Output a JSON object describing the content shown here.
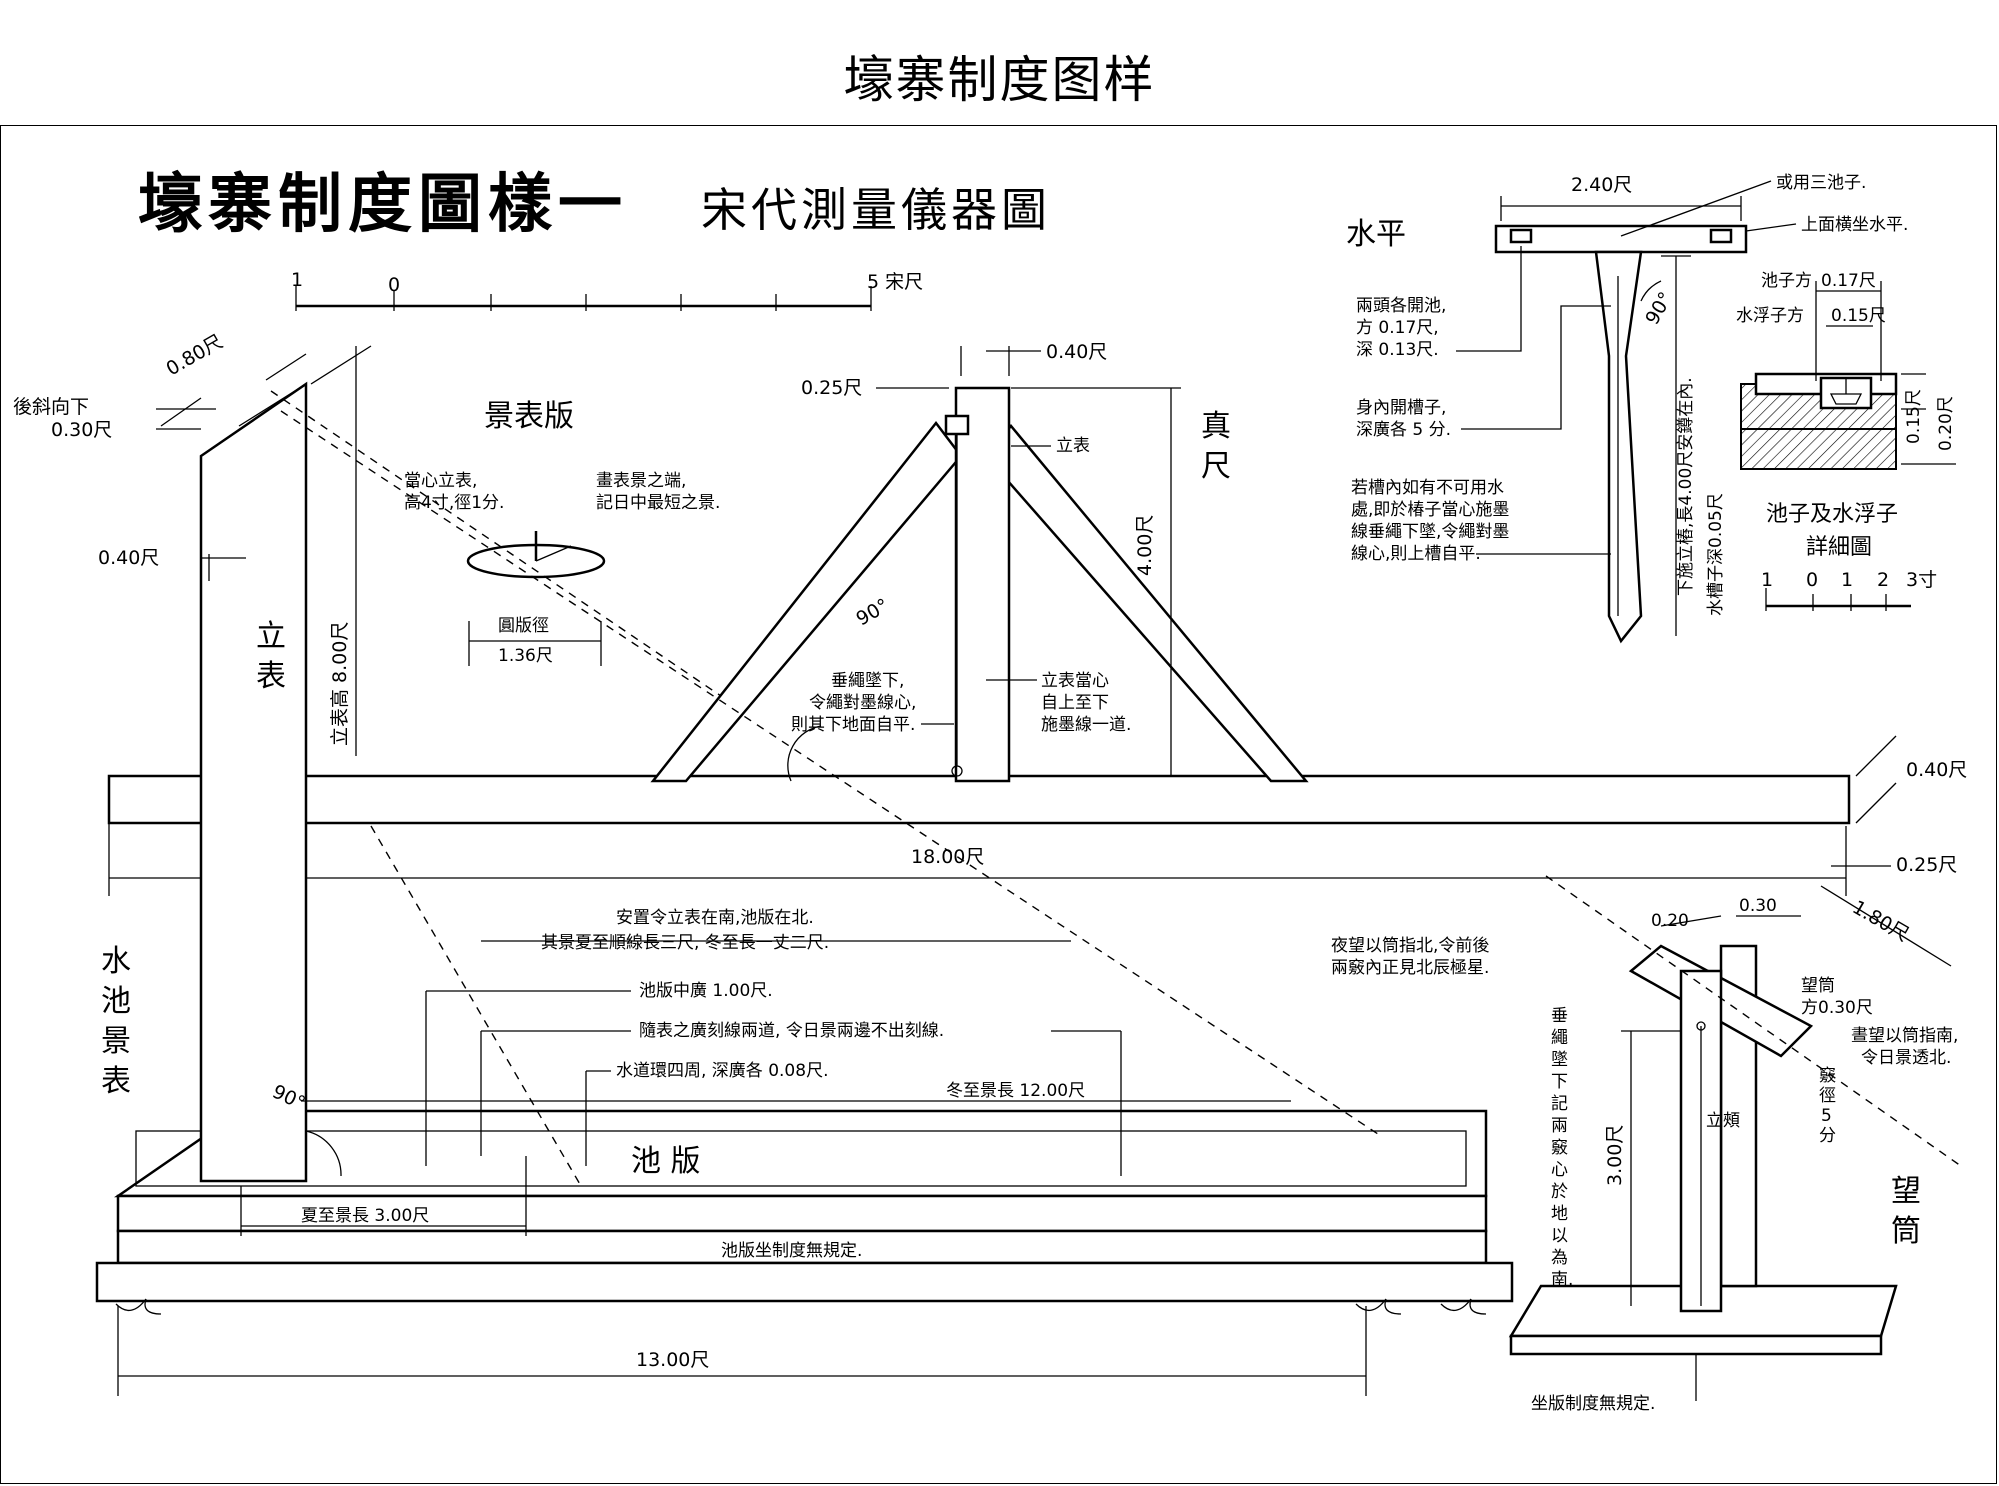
{
  "page_title": "壕寨制度图样",
  "drawing": {
    "main_title": "壕寨制度圖樣一",
    "subtitle": "宋代測量儀器圖",
    "scale_bar": {
      "ticks": [
        "1",
        "0"
      ],
      "end_label": "5 宋尺"
    },
    "upright_post": {
      "name": "立表",
      "dims": {
        "tilt": "後斜向下",
        "tilt_value": "0.30尺",
        "width_top": "0.80尺",
        "thickness": "0.40尺",
        "height": "立表高 8.00尺"
      }
    },
    "shadow_board": {
      "name": "景表版",
      "note_left": [
        "當心立表,",
        "高4寸,徑1分."
      ],
      "note_right": [
        "畫表景之端,",
        "記日中最短之景."
      ],
      "diameter_label": "圓版徑",
      "diameter_value": "1.36尺"
    },
    "true_ruler": {
      "name": "真尺",
      "dims": {
        "top_width": "0.40尺",
        "post_width": "0.25尺",
        "height": "4.00尺",
        "angle": "90°"
      },
      "post_label": "立表",
      "note_plumb": [
        "垂繩墜下,",
        "令繩對墨線心,",
        "則其下地面自平."
      ],
      "note_center": [
        "立表當心",
        "自上至下",
        "施墨線一道."
      ]
    },
    "base_beam": {
      "length": "18.00尺",
      "height": "0.40尺",
      "depth": "0.25尺"
    },
    "water_pool_gnomon": {
      "name": [
        "水",
        "池",
        "景",
        "表"
      ],
      "notes": [
        "安置令立表在南,池版在北.",
        "其景夏至順線長三尺, 冬至長一丈二尺.",
        "池版中廣 1.00尺.",
        "隨表之廣刻線兩道, 令日景兩邊不出刻線.",
        "水道環四周, 深廣各 0.08尺."
      ],
      "winter_length": "冬至景長 12.00尺",
      "summer_length": "夏至景長 3.00尺",
      "board_name": "池 版",
      "angle": "90°",
      "base_note": "池版坐制度無規定.",
      "total_length": "13.00尺"
    },
    "level": {
      "name": "水平",
      "width": "2.40尺",
      "note_top1": "或用三池子.",
      "note_top2": "上面横坐水平.",
      "note_pools": [
        "兩頭各開池,",
        "方 0.17尺,",
        "深 0.13尺."
      ],
      "note_groove": [
        "身內開槽子,",
        "深廣各 5 分."
      ],
      "note_string": [
        "若槽內如有不可用水",
        "處,即於椿子當心施墨",
        "線垂繩下墜,令繩對墨",
        "線心,則上槽自平."
      ],
      "height_label": "下施立樁,長4.00尺安鐏在內.",
      "groove_label": "水槽子深0.05尺",
      "angle": "90°"
    },
    "pool_detail": {
      "title": [
        "池子及水浮子",
        "詳細圖"
      ],
      "pool_square": "池子方",
      "pool_square_value": "0.17尺",
      "float_square": "水浮子方",
      "float_square_value": "0.15尺",
      "depth1": "0.15尺",
      "depth2": "0.20尺",
      "scale_ticks": [
        "1",
        "0",
        "1",
        "2",
        "3寸"
      ]
    },
    "sighting_tube": {
      "name": "望筒",
      "dims": {
        "a": "0.20",
        "b": "0.30",
        "length": "1.80尺",
        "height": "3.00尺"
      },
      "note_north": [
        "夜望以筒指北,令前後",
        "兩竅內正見北辰極星."
      ],
      "tube_square": [
        "望筒",
        "方0.30尺"
      ],
      "note_south": [
        "晝望以筒指南,",
        "令日景透北."
      ],
      "hole_label": [
        "竅",
        "徑",
        "5",
        "分"
      ],
      "plumb_label": [
        "垂",
        "繩",
        "墜",
        "下",
        "記",
        "兩",
        "竅",
        "心",
        "於",
        "地",
        "以",
        "為",
        "南."
      ],
      "post_label": "立頰",
      "base_note": "坐版制度無規定."
    }
  }
}
